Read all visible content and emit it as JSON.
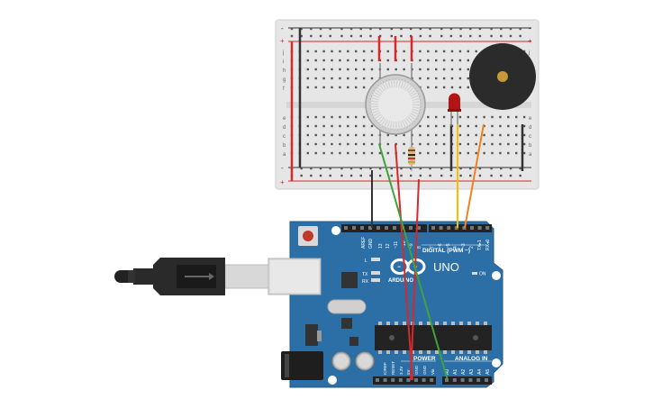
{
  "board": {
    "brand": "UNO",
    "maker": "ARDUINO",
    "header_top_labels": [
      "AREF",
      "GND",
      "13",
      "12",
      "~11",
      "~10",
      "~9",
      "8",
      "7",
      "~6",
      "~5",
      "4",
      "~3",
      "2",
      "TX▸1",
      "RX◂0"
    ],
    "digital_label": "DIGITAL (PWM ~)",
    "power_label": "POWER",
    "power_pins": [
      "IOREF",
      "RESET",
      "3.3V",
      "5V",
      "GND",
      "GND",
      "Vin"
    ],
    "analog_label": "ANALOG IN",
    "analog_pins": [
      "A0",
      "A1",
      "A2",
      "A3",
      "A4",
      "A5"
    ],
    "led_labels": [
      "L",
      "TX",
      "RX"
    ],
    "on_label": "ON"
  },
  "breadboard": {
    "row_letters_top": [
      "j",
      "i",
      "h",
      "g",
      "f"
    ],
    "row_letters_bottom": [
      "e",
      "d",
      "c",
      "b",
      "a"
    ],
    "rail_plus": "+",
    "rail_minus": "-"
  },
  "colors": {
    "board": "#2b6fa6",
    "breadboard": "#e6e6e6",
    "red_wire": "#d42a2a",
    "green_wire": "#3ea33a",
    "yellow_wire": "#f2c200",
    "orange_wire": "#f08020",
    "black_wire": "#333333",
    "buzzer": "#2b2b2b",
    "buzzer_center": "#c79a3a"
  }
}
